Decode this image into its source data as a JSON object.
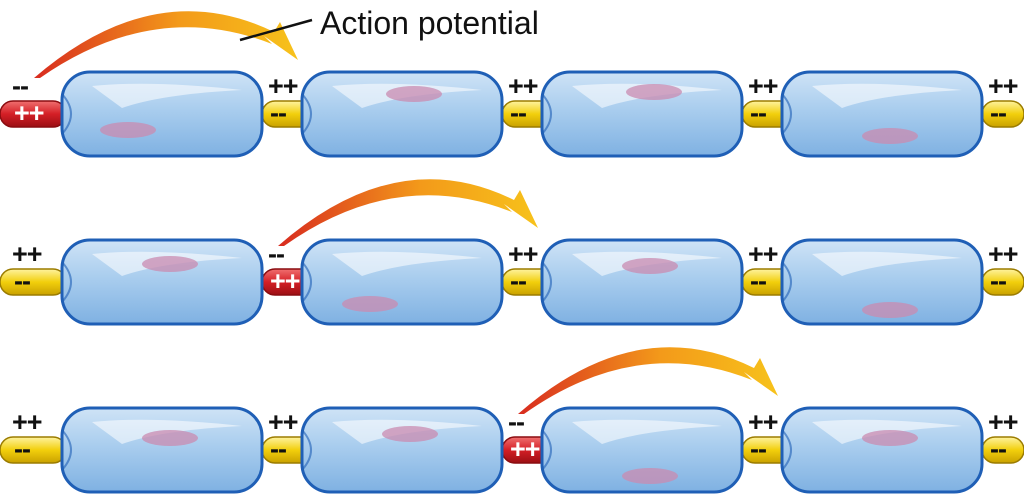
{
  "caption": "Action potential",
  "signs": {
    "positive": "++",
    "negative": "--"
  },
  "colors": {
    "myelin_fill": "#a9cdee",
    "myelin_stroke": "#1f5fb6",
    "node_resting": "#f2cf0c",
    "node_active": "#d41f26",
    "arrow_start": "#d82b1f",
    "arrow_end": "#f7c21b"
  },
  "rows": [
    {
      "active_node": 0
    },
    {
      "active_node": 1
    },
    {
      "active_node": 2
    }
  ]
}
